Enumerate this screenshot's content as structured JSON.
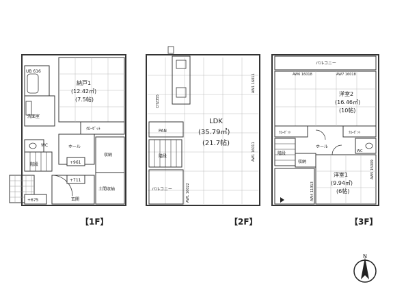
{
  "floors": [
    {
      "label": "【1F】",
      "rooms": {
        "bath": "UB 616",
        "storage_name": "納戸1",
        "storage_area": "(12.42㎡)",
        "storage_tatami": "(7.5帖)",
        "washroom": "洗面室",
        "closet": "ｸﾛｰｾﾞｯﾄ",
        "hall": "ホール",
        "storage": "収納",
        "stairs": "階段",
        "level1": "+961",
        "level2": "+711",
        "entrance": "玄関",
        "shoe_storage": "土間収納",
        "level3": "+675",
        "wc": "WC"
      }
    },
    {
      "label": "【2F】",
      "rooms": {
        "ldk_name": "LDK",
        "ldk_area": "(35.79㎡)",
        "ldk_tatami": "(21.7帖)",
        "pan": "PAN",
        "stairs": "階段",
        "balcony": "バルコニー",
        "code1": "CH2355",
        "code2": "AW1 16022",
        "code3": "AW1 16011",
        "code4": "AW1 16011"
      }
    },
    {
      "label": "【3F】",
      "rooms": {
        "balcony": "バルコニー",
        "room2_name": "洋室2",
        "room2_area": "(16.46㎡)",
        "room2_tatami": "(10帖)",
        "closet_left": "ｸﾛｰｾﾞｯﾄ",
        "closet_right": "ｸﾛｰｾﾞｯﾄ",
        "stairs": "階段",
        "hall": "ホール",
        "storage": "収納",
        "wc": "WC",
        "room1_name": "洋室1",
        "room1_area": "(9.94㎡)",
        "room1_tatami": "(6帖)",
        "code1": "AW6 16018",
        "code2": "AW7 16018",
        "code3": "AW4 11913",
        "code4": "AW5 15009"
      }
    }
  ],
  "compass": {
    "north_label": "N"
  }
}
